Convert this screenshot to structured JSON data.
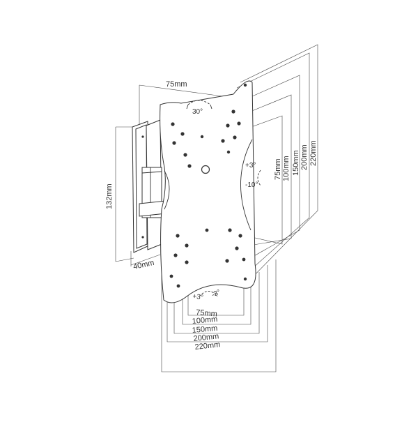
{
  "diagram": {
    "top_width_label": "75mm",
    "height_label": "132mm",
    "depth_label": "40mm",
    "tilt_label": "30°",
    "side_tilt_up": "+3°",
    "side_tilt_down": "-10°",
    "bottom_rotate_plus": "+3°",
    "bottom_rotate_minus": "-3°",
    "vertical_vesa": [
      "75mm",
      "100mm",
      "150mm",
      "200mm",
      "220mm"
    ],
    "horizontal_vesa": [
      "75mm",
      "100mm",
      "150mm",
      "200mm",
      "220mm"
    ]
  }
}
